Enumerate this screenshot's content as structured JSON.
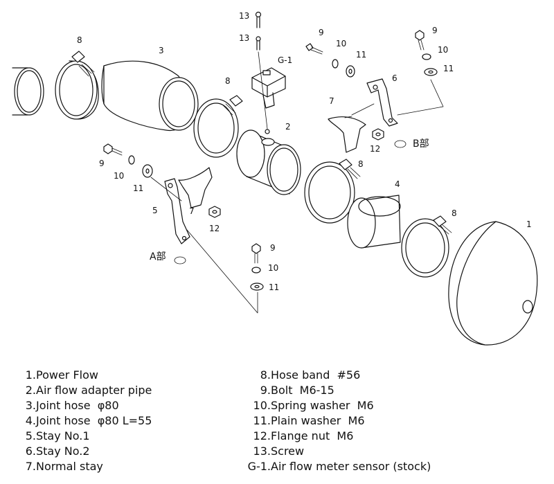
{
  "callouts": {
    "c1": "1",
    "c2": "2",
    "c3": "3",
    "c4": "4",
    "c5": "5",
    "c6": "6",
    "c7a": "7",
    "c7b": "7",
    "c8a": "8",
    "c8b": "8",
    "c8c": "8",
    "c8d": "8",
    "c9a": "9",
    "c9b": "9",
    "c9c": "9",
    "c9d": "9",
    "c10a": "10",
    "c10b": "10",
    "c10c": "10",
    "c10d": "10",
    "c11a": "11",
    "c11b": "11",
    "c11c": "11",
    "c11d": "11",
    "c12a": "12",
    "c12b": "12",
    "c13a": "13",
    "c13b": "13",
    "g1": "G-1",
    "detail_a": "A部",
    "detail_b": "B部"
  },
  "legend": {
    "left": [
      {
        "num": "1.",
        "text": "Power Flow"
      },
      {
        "num": "2.",
        "text": "Air flow adapter pipe"
      },
      {
        "num": "3.",
        "text": "Joint hose  φ80"
      },
      {
        "num": "4.",
        "text": "Joint hose  φ80 L=55"
      },
      {
        "num": "5.",
        "text": "Stay No.1"
      },
      {
        "num": "6.",
        "text": "Stay No.2"
      },
      {
        "num": "7.",
        "text": "Normal stay"
      }
    ],
    "right": [
      {
        "num": "8.",
        "text": "Hose band  #56"
      },
      {
        "num": "9.",
        "text": "Bolt  M6-15"
      },
      {
        "num": "10.",
        "text": "Spring washer  M6"
      },
      {
        "num": "11.",
        "text": "Plain washer  M6"
      },
      {
        "num": "12.",
        "text": "Flange nut  M6"
      },
      {
        "num": "13.",
        "text": "Screw"
      },
      {
        "num": "G-1.",
        "text": "Air flow meter sensor (stock)"
      }
    ]
  }
}
